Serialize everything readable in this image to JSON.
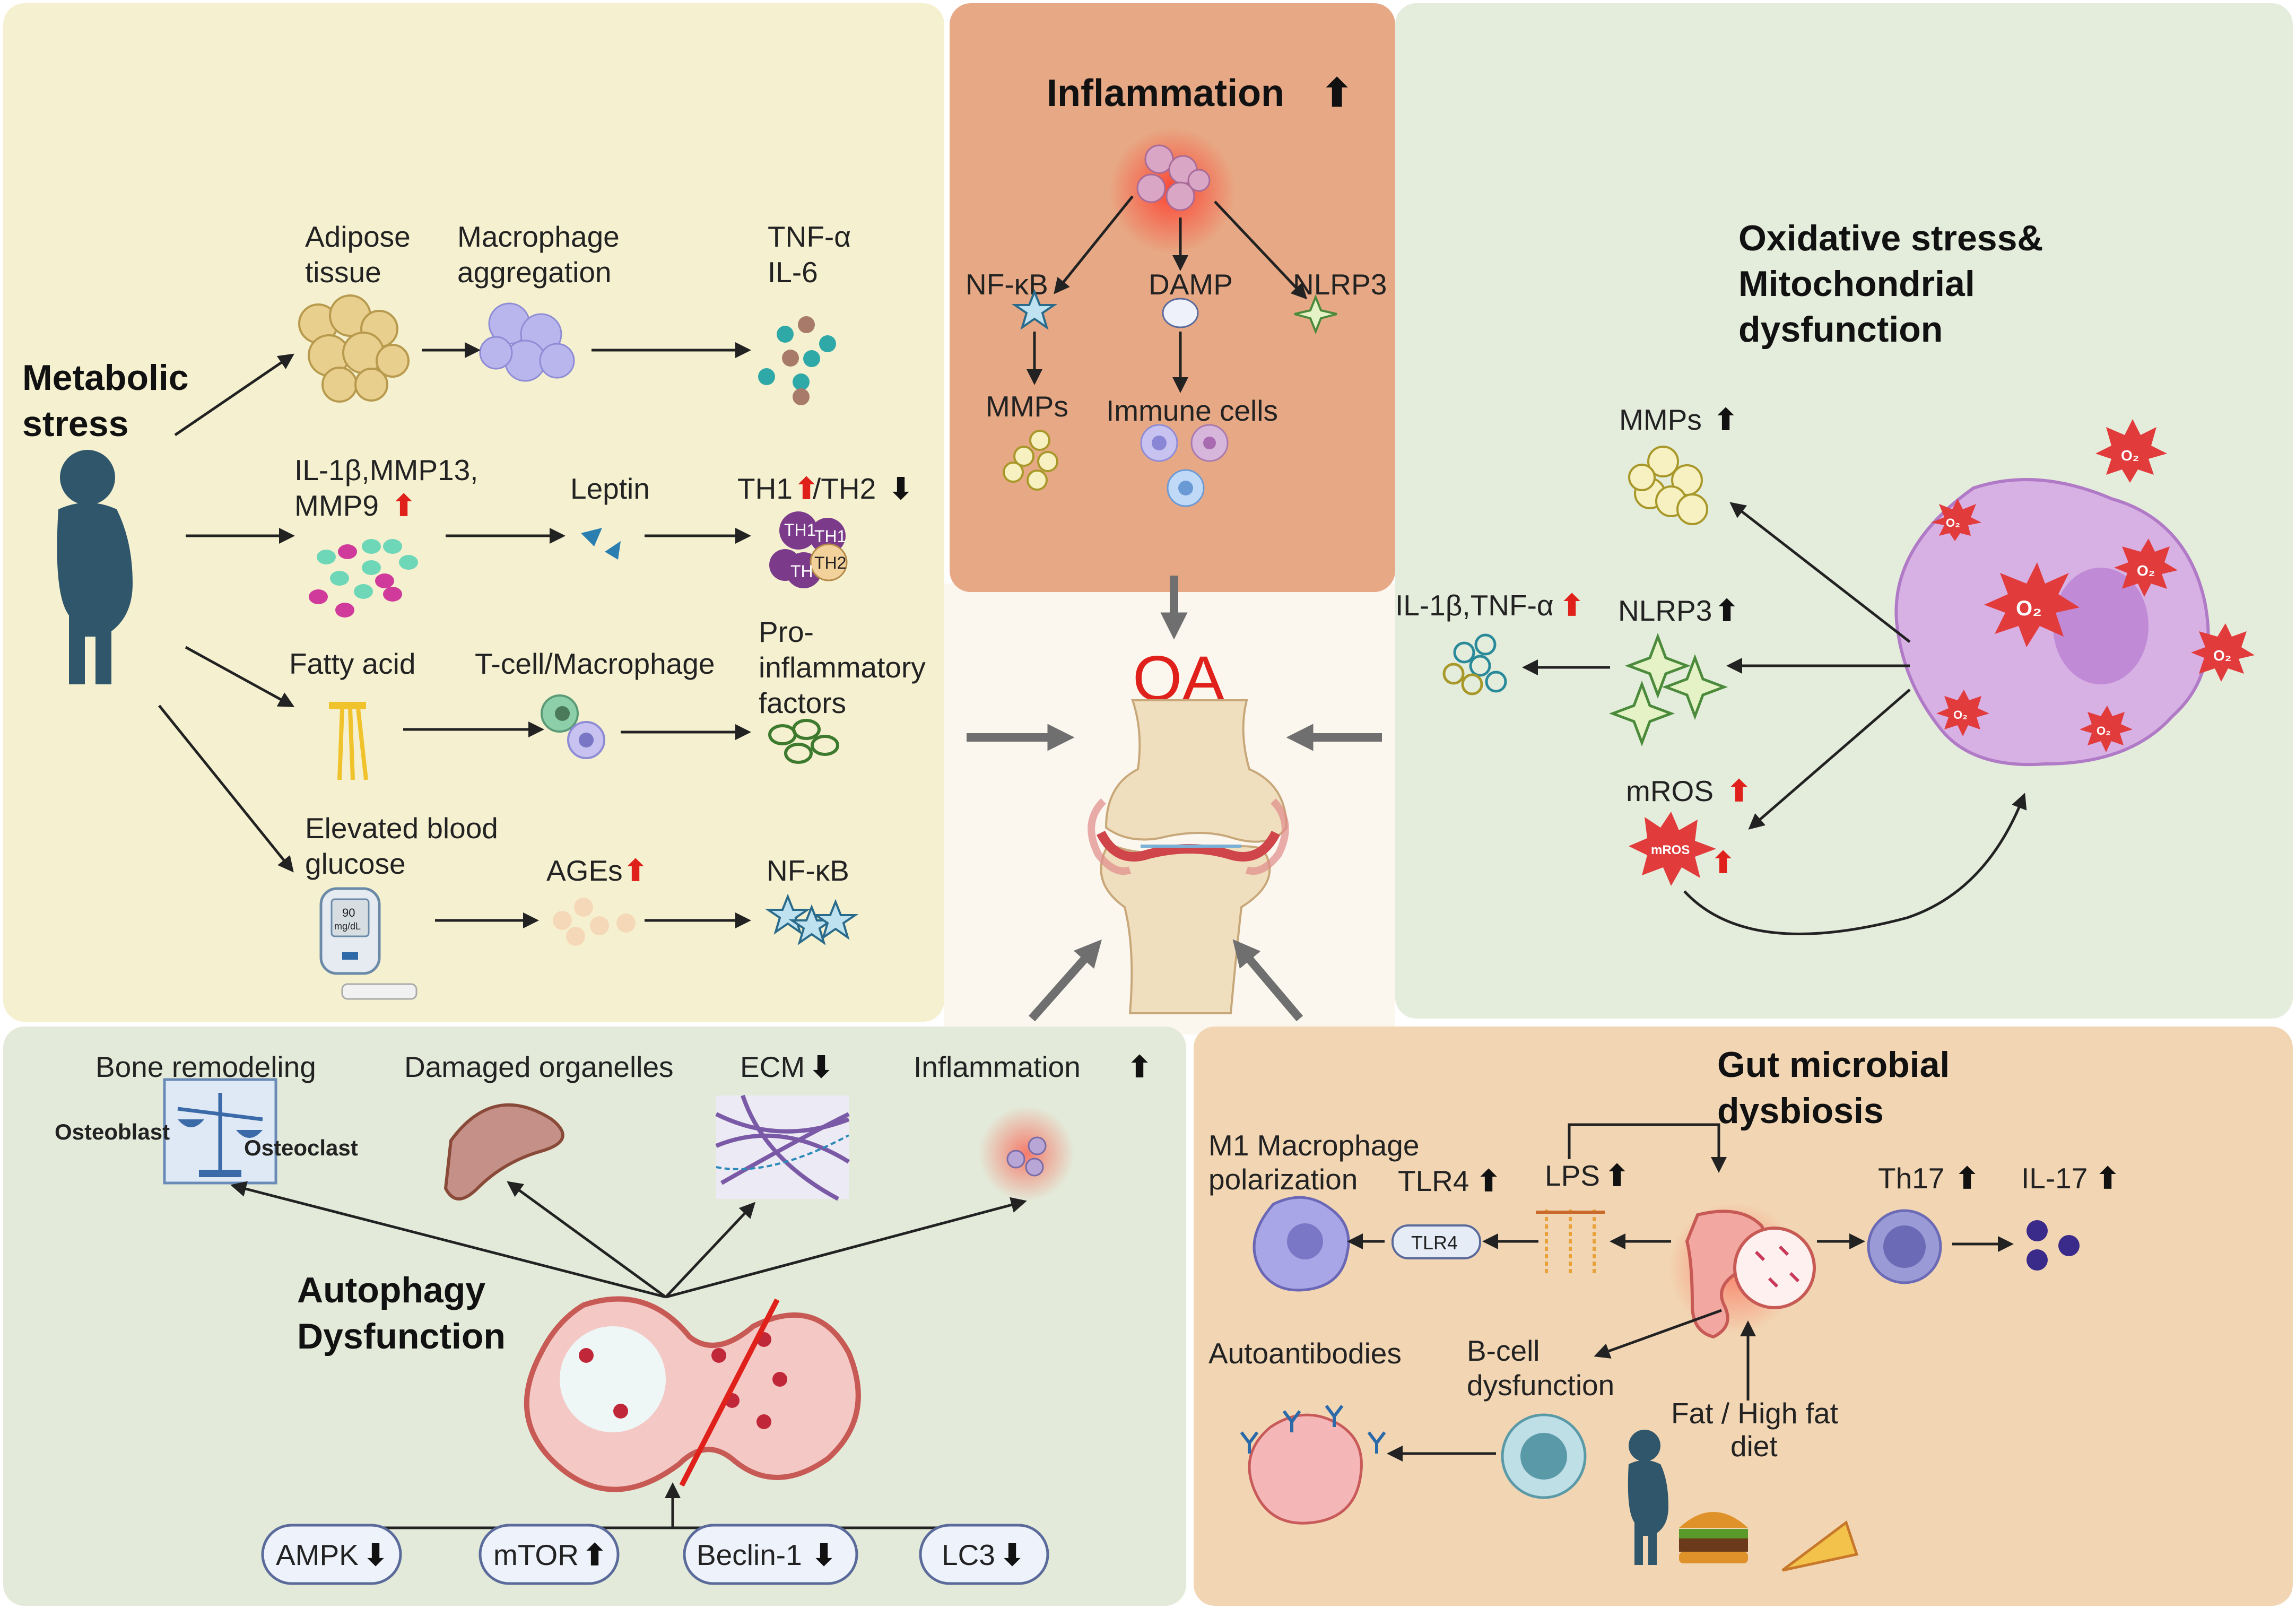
{
  "center": {
    "label": "OA"
  },
  "metabolic": {
    "title_line1": "Metabolic",
    "title_line2": "stress",
    "adipose_1": "Adipose",
    "adipose_2": "tissue",
    "macro_1": "Macrophage",
    "macro_2": "aggregation",
    "tnf_1": "TNF-α",
    "tnf_2": "IL-6",
    "il_1": "IL-1β,MMP13,",
    "il_2": "MMP9",
    "leptin": "Leptin",
    "th1": "TH1",
    "th2": "/TH2",
    "cell_th1": "TH1",
    "cell_th2": "TH2",
    "cell_th": "TH",
    "fatty": "Fatty acid",
    "tcell": "T-cell/Macrophage",
    "pro_1": "Pro-",
    "pro_2": "inflammatory",
    "pro_3": "factors",
    "glucose_1": "Elevated blood",
    "glucose_2": "glucose",
    "meter_value": "90",
    "meter_unit": "mg/dL",
    "ages": "AGEs",
    "nfkb": "NF-κB"
  },
  "inflammation": {
    "title": "Inflammation",
    "nfkb": "NF-κB",
    "damp": "DAMP",
    "nlrp3": "NLRP3",
    "mmps": "MMPs",
    "immune": "Immune cells"
  },
  "oxidative": {
    "title_1": "Oxidative stress&",
    "title_2": "Mitochondrial",
    "title_3": "dysfunction",
    "mmps": "MMPs",
    "il": "IL-1β,TNF-α",
    "nlrp3": "NLRP3",
    "mros": "mROS",
    "mros_tag": "mROS",
    "o2": "O₂"
  },
  "autophagy": {
    "title_1": "Autophagy",
    "title_2": "Dysfunction",
    "bone": "Bone remodeling",
    "osteoblast": "Osteoblast",
    "osteoclast": "Osteoclast",
    "organelles": "Damaged organelles",
    "ecm": "ECM",
    "inflammation": "Inflammation",
    "ampk": "AMPK",
    "mtor": "mTOR",
    "beclin": "Beclin-1",
    "lc3": "LC3"
  },
  "gut": {
    "title_1": "Gut microbial",
    "title_2": "dysbiosis",
    "m1_1": "M1 Macrophage",
    "m1_2": "polarization",
    "tlr4": "TLR4",
    "tlr4_tag": "TLR4",
    "lps": "LPS",
    "th17": "Th17",
    "il17": "IL-17",
    "autoab": "Autoantibodies",
    "bcell_1": "B-cell",
    "bcell_2": "dysfunction",
    "fat_1": "Fat / High fat",
    "fat_2": "diet"
  },
  "colors": {
    "metabolic_bg": "#f5f1d0",
    "inflammation_bg": "#e7a985",
    "oxidative_bg": "#e4eddc",
    "autophagy_bg": "#e3ead9",
    "gut_bg": "#f2d6b4",
    "oa_red": "#e0201a"
  }
}
